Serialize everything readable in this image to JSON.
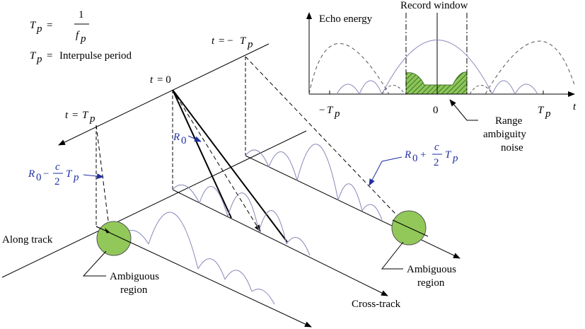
{
  "formula": {
    "tp_symbol": "T",
    "tp_sub": "p",
    "equals": "=",
    "numerator": "1",
    "denominator_f": "f",
    "denominator_sub": "p",
    "definition_text": "Interpulse period"
  },
  "time_labels": {
    "t_minus_tp": {
      "t": "t",
      "eq": "= −",
      "T": "T",
      "sub": "p"
    },
    "t_zero": {
      "t": "t",
      "eq": "= 0"
    },
    "t_plus_tp": {
      "t": "t",
      "eq": "=",
      "T": "T",
      "sub": "p"
    }
  },
  "range_labels": {
    "r0": {
      "R": "R",
      "sub": "0"
    },
    "r0_minus": {
      "R": "R",
      "sub": "0",
      "op": "−",
      "num": "c",
      "den": "2",
      "T": "T",
      "tsub": "p"
    },
    "r0_plus": {
      "R": "R",
      "sub": "0",
      "op": "+",
      "num": "c",
      "den": "2",
      "T": "T",
      "tsub": "p"
    }
  },
  "axis_labels": {
    "along_track": "Along track",
    "cross_track": "Cross-track"
  },
  "region_labels": {
    "ambiguous_left_1": "Ambiguous",
    "ambiguous_left_2": "region",
    "ambiguous_right_1": "Ambiguous",
    "ambiguous_right_2": "region"
  },
  "inset": {
    "echo_energy": "Echo energy",
    "record_window": "Record window",
    "tick_minus": {
      "minus": "−",
      "T": "T",
      "sub": "p"
    },
    "tick_zero": "0",
    "tick_plus": {
      "T": "T",
      "sub": "p"
    },
    "axis_t": "t",
    "noise_1": "Range",
    "noise_2": "ambiguity",
    "noise_3": "noise"
  },
  "colors": {
    "curve": "#8888bb",
    "circle_fill": "#92c85a",
    "hatch_fill": "#5a9a2a",
    "label_blue": "#1f2fa0"
  }
}
